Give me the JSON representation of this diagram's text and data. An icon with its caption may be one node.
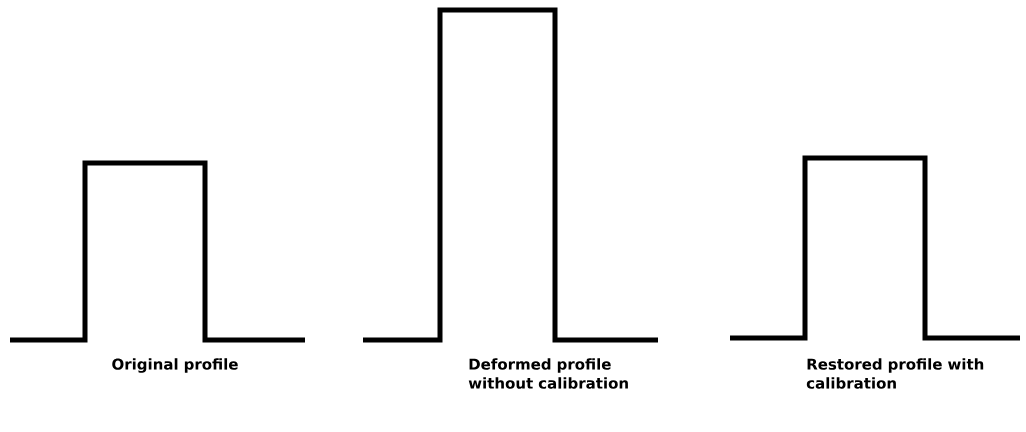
{
  "diagram": {
    "labels": [
      "Original profile",
      "Deformed profile without calibration",
      "Restored profile with calibration"
    ]
  }
}
